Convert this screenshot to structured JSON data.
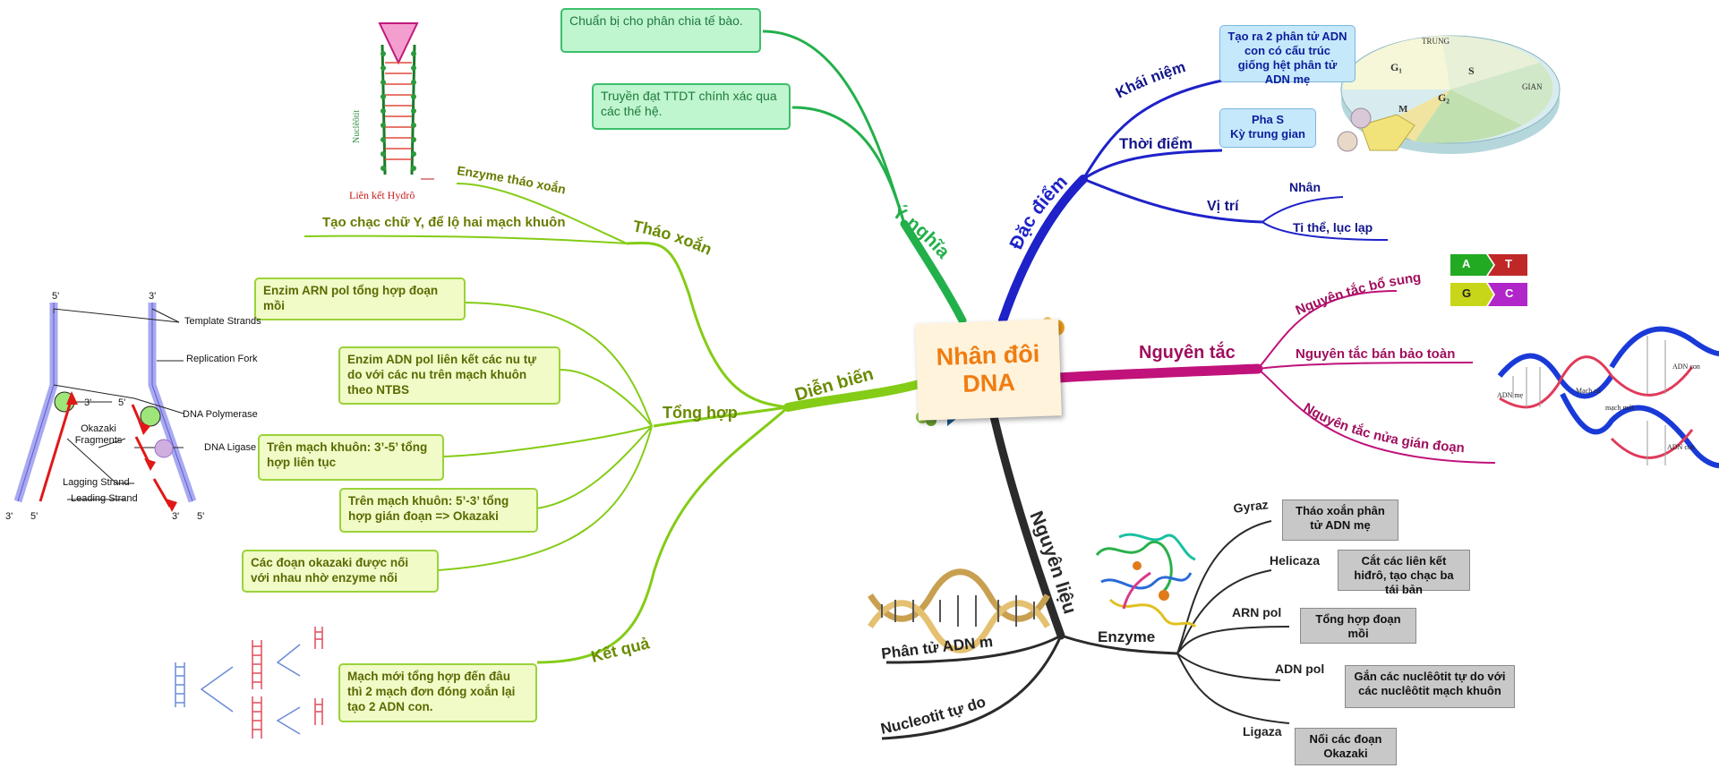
{
  "central": {
    "line1": "Nhân đôi",
    "line2": "DNA"
  },
  "dien_bien": {
    "label": "Diễn biến",
    "thao_xoan": {
      "label": "Tháo xoắn",
      "enzyme": "Enzyme tháo xoắn",
      "chac": "Tạo chạc chữ Y, để lộ hai mạch khuôn",
      "figure_label": "Liên kết Hydrô",
      "figure_side_label": "Nuclêôtit"
    },
    "tong_hop": {
      "label": "Tổng hợp",
      "items": [
        "Enzim ARN pol tổng hợp đoạn mồi",
        "Enzim ADN pol liên kết các nu tự do với các nu trên mạch khuôn theo NTBS",
        "Trên mạch khuôn: 3’-5’ tổng hợp liên tục",
        "Trên mạch khuôn: 5’-3’ tổng hợp gián đoạn => Okazaki",
        "Các đoạn okazaki được nối với nhau nhờ enzyme nối"
      ]
    },
    "ket_qua": {
      "label": "Kết quả",
      "text": "Mạch mới tổng hợp đến đâu thì 2 mạch đơn đóng xoắn lại tạo 2 ADN con."
    }
  },
  "y_nghia": {
    "label": "Ý nghĩa",
    "items": [
      "Chuẩn bị cho phân chia tế bào.",
      "Truyền đạt TTDT chính xác qua các thế hệ."
    ]
  },
  "dac_diem": {
    "label": "Đặc điểm",
    "khai_niem": {
      "label": "Khái niệm",
      "text": "Tạo ra 2 phân tử ADN con có cấu trúc giống hệt phân tử ADN mẹ"
    },
    "thoi_diem": {
      "label": "Thời điểm",
      "line1": "Pha S",
      "line2": "Kỳ trung gian"
    },
    "vi_tri": {
      "label": "Vị trí",
      "items": [
        "Nhân",
        "Ti thể, lục lạp"
      ]
    },
    "cycle": {
      "top": "TRUNG",
      "right": "GIAN",
      "g1": "G₁",
      "s": "S",
      "g2": "G₂",
      "m": "M"
    }
  },
  "nguyen_tac": {
    "label": "Nguyên tắc",
    "items": [
      "Nguyên tắc bổ sung",
      "Nguyên tắc bán bảo toàn",
      "Nguyên tắc nửa gián đoạn"
    ],
    "pairs": [
      "A",
      "T",
      "G",
      "C"
    ],
    "dna_labels": {
      "me": "ADN mẹ",
      "con1": "ADN con",
      "con2": "ADN con",
      "cu": "Mạch cũ",
      "moi": "mạch mới"
    }
  },
  "nguyen_lieu": {
    "label": "Nguyên liệu",
    "phan_tu": "Phân tử ADN mẹ.",
    "nucleotit": "Nucleotit tự do",
    "enzyme": {
      "label": "Enzyme",
      "items": [
        {
          "name": "Gyraza",
          "desc": "Tháo xoắn phân tử ADN mẹ"
        },
        {
          "name": "Helicaza",
          "desc": "Cắt các liên kết hiđrô, tạo chạc ba tái bản"
        },
        {
          "name": "ARN pol",
          "desc": "Tổng hợp đoạn mồi"
        },
        {
          "name": "ADN pol",
          "desc": "Gắn các nuclêôtit tự do với các nuclêôtit mạch khuôn"
        },
        {
          "name": "Ligaza",
          "desc": "Nối các đoạn Okazaki"
        }
      ]
    }
  },
  "fork_diagram": {
    "labels": [
      "Template Strands",
      "Replication Fork",
      "DNA Polymerase",
      "Okazaki Fragments",
      "DNA Ligase",
      "Lagging Strand",
      "Leading Strand"
    ],
    "ends": [
      "5'",
      "3'",
      "3'",
      "5'",
      "3'",
      "5'",
      "3'",
      "5'"
    ]
  },
  "colors": {
    "dien_bien": "#84cc16",
    "y_nghia": "#22b04a",
    "dac_diem": "#1e22c8",
    "nguyen_tac": "#c0127a",
    "nguyen_lieu": "#2b2b2b"
  }
}
